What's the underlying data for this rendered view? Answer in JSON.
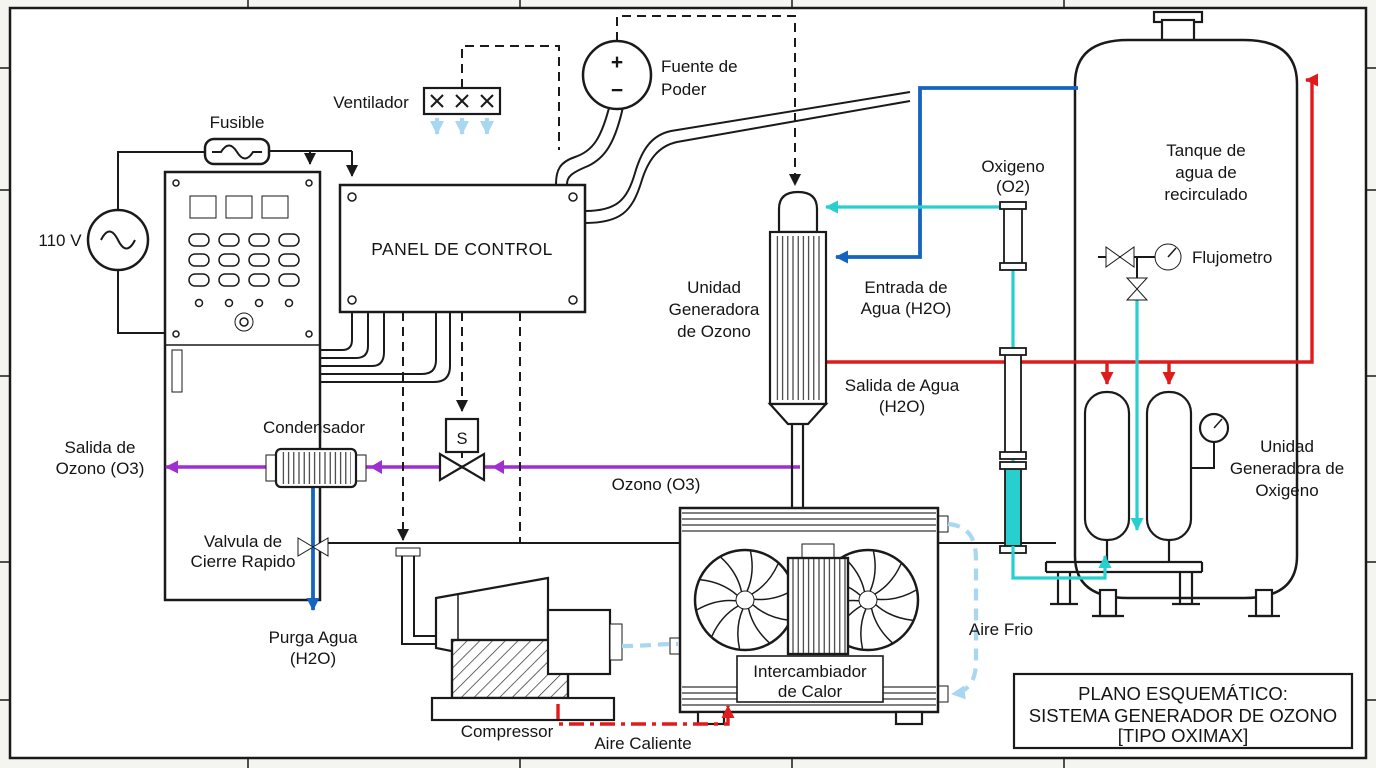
{
  "colors": {
    "line_black": "#1a1a1a",
    "water_in_blue": "#1565c0",
    "hot_red": "#e01b1b",
    "oxygen_cyan": "#27d0cf",
    "ozone_purple": "#9f2fd0",
    "cold_air_blue": "#a9d7f2",
    "sheet_margin": "#f4f4f1",
    "grid_line": "#d8d8d4"
  },
  "power": {
    "source_label": "110 V",
    "fuse_label": "Fusible",
    "supply_line1": "Fuente de",
    "supply_line2": "Poder",
    "plus": "+",
    "minus": "−"
  },
  "control": {
    "panel_label": "PANEL DE CONTROL",
    "fan_label": "Ventilador",
    "solenoid_label": "S"
  },
  "ozone": {
    "generator_line1": "Unidad",
    "generator_line2": "Generadora",
    "generator_line3": "de Ozono",
    "line_label": "Ozono (O3)",
    "out_line1": "Salida de",
    "out_line2": "Ozono (O3)",
    "condenser_label": "Condensador"
  },
  "water": {
    "tank_line1": "Tanque de",
    "tank_line2": "agua de",
    "tank_line3": "recirculado",
    "in_line1": "Entrada de",
    "in_line2": "Agua (H2O)",
    "out_line1": "Salida de Agua",
    "out_line2": "(H2O)",
    "purge_line1": "Purga Agua",
    "purge_line2": "(H2O)",
    "valve_line1": "Valvula de",
    "valve_line2": "Cierre Rapido",
    "flowmeter_label": "Flujometro"
  },
  "oxygen": {
    "o2_line1": "Oxigeno",
    "o2_line2": "(O2)",
    "unit_line1": "Unidad",
    "unit_line2": "Generadora de",
    "unit_line3": "Oxigeno"
  },
  "air": {
    "compressor_label": "Compressor",
    "hx_line1": "Intercambiador",
    "hx_line2": "de Calor",
    "cold_label": "Aire Frio",
    "hot_label": "Aire Caliente"
  },
  "title_block": {
    "line1": "PLANO ESQUEMÁTICO:",
    "line2": "SISTEMA GENERADOR DE OZONO",
    "line3": "[TIPO OXIMAX]"
  }
}
